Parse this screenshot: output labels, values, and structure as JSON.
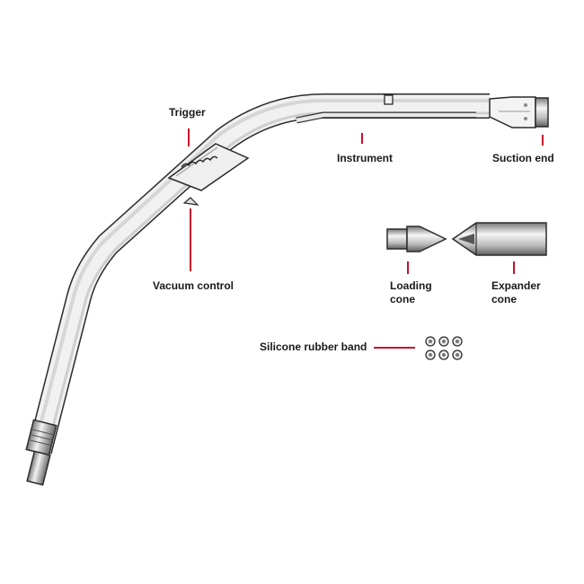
{
  "labels": {
    "trigger": "Trigger",
    "instrument": "Instrument",
    "suction_end": "Suction end",
    "vacuum_control": "Vacuum control",
    "loading_cone": [
      "Loading",
      "cone"
    ],
    "expander_cone": [
      "Expander",
      "cone"
    ],
    "silicone_band": "Silicone rubber band"
  },
  "colors": {
    "leader": "#c8102e",
    "outline": "#2b2b2b",
    "metal_dark": "#6a6a6a",
    "metal_light": "#f4f4f4"
  }
}
